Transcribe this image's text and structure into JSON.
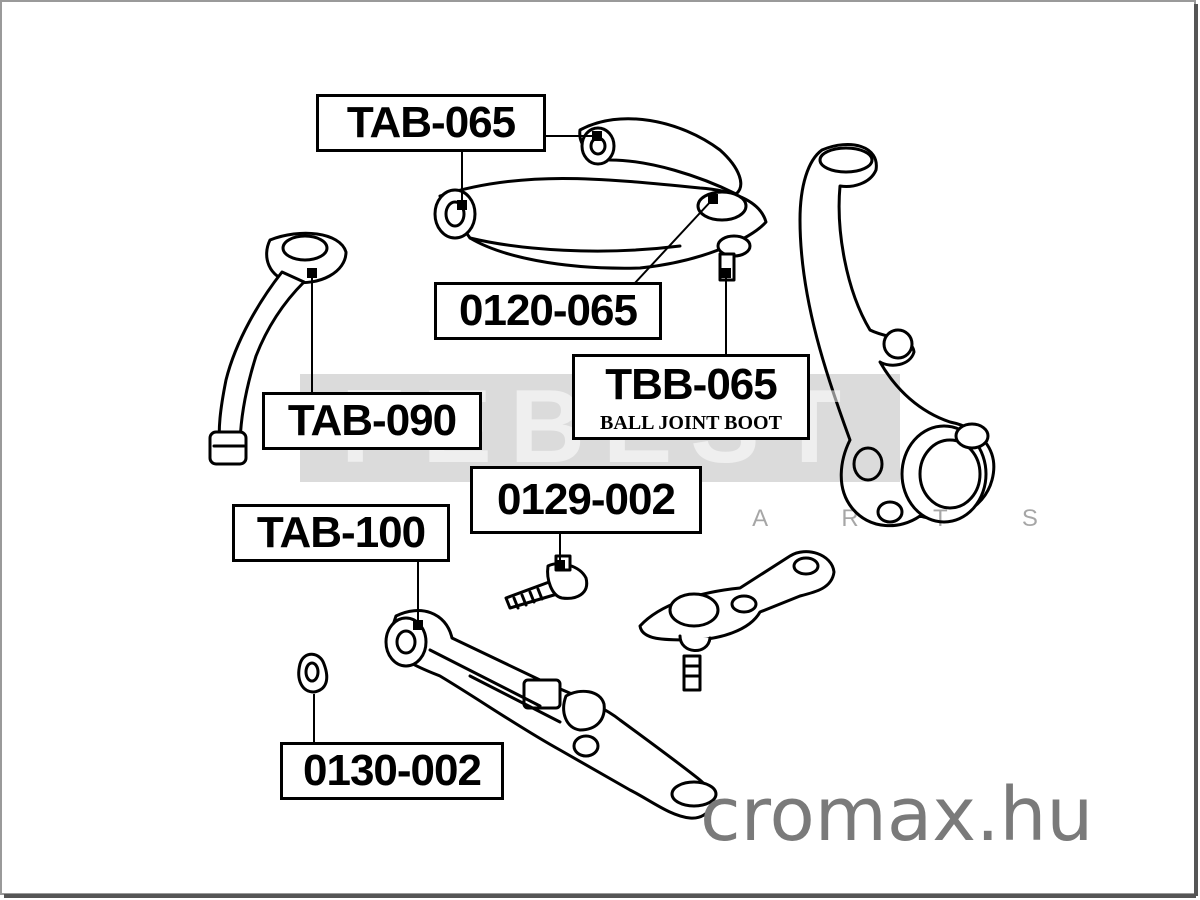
{
  "labels": {
    "tab065": "TAB-065",
    "p0120_065": "0120-065",
    "tbb065": "TBB-065",
    "tbb065_sub": "BALL JOINT BOOT",
    "tab090": "TAB-090",
    "p0129_002": "0129-002",
    "tab100": "TAB-100",
    "p0130_002": "0130-002"
  },
  "watermark": {
    "brand": "FEBEST",
    "tagline": "A U T O  P A R T S"
  },
  "site": "cromax.hu"
}
